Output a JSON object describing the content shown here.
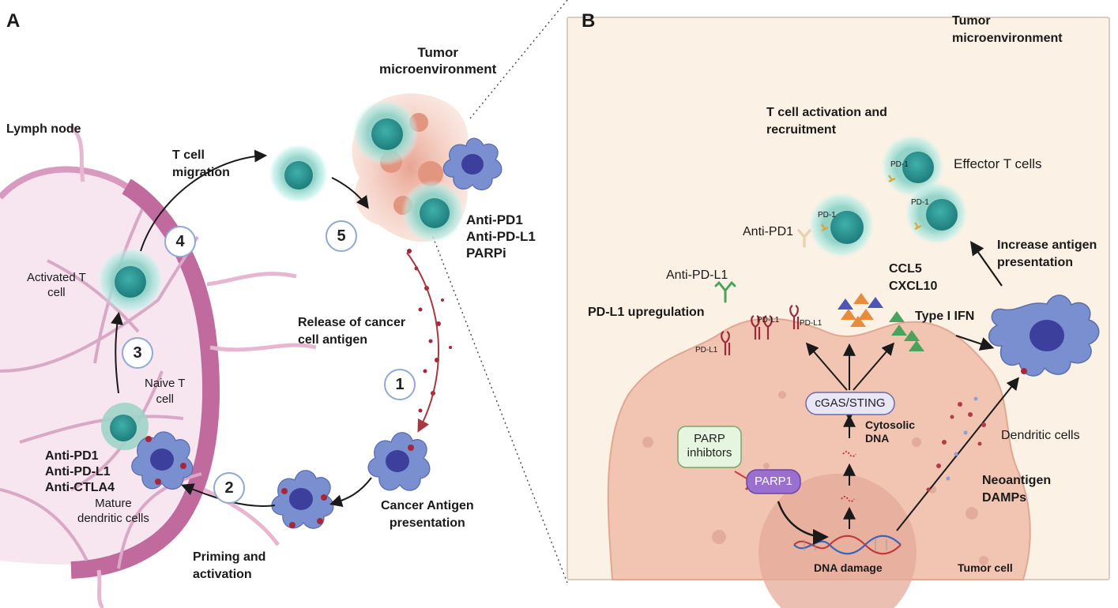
{
  "panel_a": {
    "panel_label": "A",
    "lymph_node_label": "Lymph node",
    "tumor_microenvironment_label": "Tumor\nmicroenvironment",
    "t_cell_migration_label": "T cell\nmigration",
    "activated_t_cell_label": "Activated T\ncell",
    "naive_t_cell_label": "Naive T\ncell",
    "lymph_node_drugs_label": "Anti-PD1\nAnti-PD-L1\nAnti-CTLA4",
    "mature_dc_label": "Mature\ndendritic cells",
    "priming_label": "Priming and\nactivation",
    "cancer_antigen_presentation_label": "Cancer Antigen\npresentation",
    "release_antigen_label": "Release of cancer\ncell antigen",
    "tumor_drugs_label": "Anti-PD1\nAnti-PD-L1\nPARPi",
    "steps": [
      "1",
      "2",
      "3",
      "4",
      "5"
    ]
  },
  "panel_b": {
    "panel_label": "B",
    "tumor_microenvironment_label": "Tumor\nmicroenvironment",
    "t_cell_activation_label": "T cell activation and\nrecruitment",
    "effector_t_cells_label": "Effector T cells",
    "pd1_label": "PD-1",
    "anti_pd1_label": "Anti-PD1",
    "increase_antigen_label": "Increase antigen\npresentation",
    "anti_pdl1_label": "Anti-PD-L1",
    "ccl5_label": "CCL5\nCXCL10",
    "pdl1_upregulation_label": "PD-L1 upregulation",
    "pdl1_label": "PD-L1",
    "type_i_ifn_label": "Type I IFN",
    "cgas_sting_label": "cGAS/STING",
    "parp_inhibitors_label": "PARP\ninhibtors",
    "parp1_label": "PARP1",
    "cytosolic_dna_label": "Cytosolic\nDNA",
    "dendritic_cells_label": "Dendritic cells",
    "neoantigen_label": "Neoantigen\nDAMPs",
    "dna_damage_label": "DNA damage",
    "tumor_cell_label": "Tumor cell"
  },
  "colors": {
    "lymph_node_fill": "#f7e6f0",
    "lymph_node_border": "#c06a9e",
    "t_cell_body": "#9fd3c8",
    "t_cell_nucleus": "#2a8f8c",
    "dendritic_cell": "#6f86c4",
    "tumor_cell": "#f2c6b4",
    "panel_b_background": "#fbf1e4",
    "antigen_red": "#a5283a",
    "parp_purple": "#8e63c2",
    "pill_green": "#e6f5df"
  }
}
